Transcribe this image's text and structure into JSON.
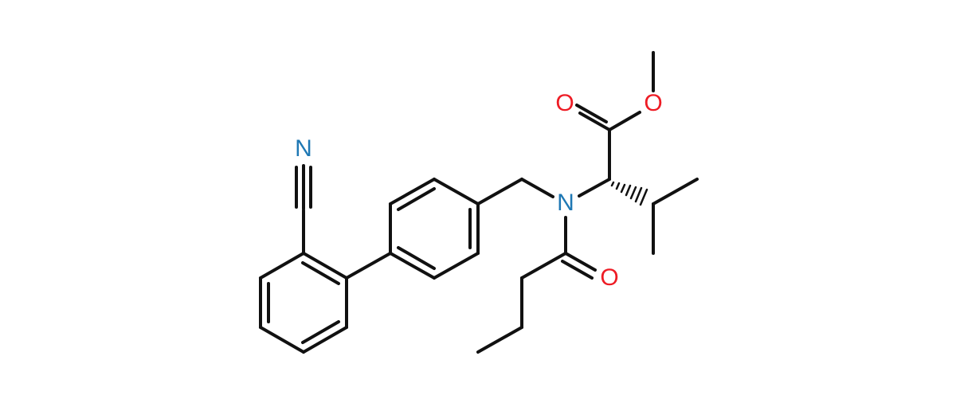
{
  "molecule": {
    "atom_labels": {
      "nitrile_n": "N",
      "amide_n": "N",
      "ester_carbonyl_o": "O",
      "ester_ether_o": "O",
      "amide_carbonyl_o": "O"
    },
    "colors": {
      "bond": "#111111",
      "nitrogen": "#1f78b4",
      "oxygen": "#ee1c25",
      "background": "#ffffff"
    },
    "stereo_bond": "hashed-wedge"
  }
}
